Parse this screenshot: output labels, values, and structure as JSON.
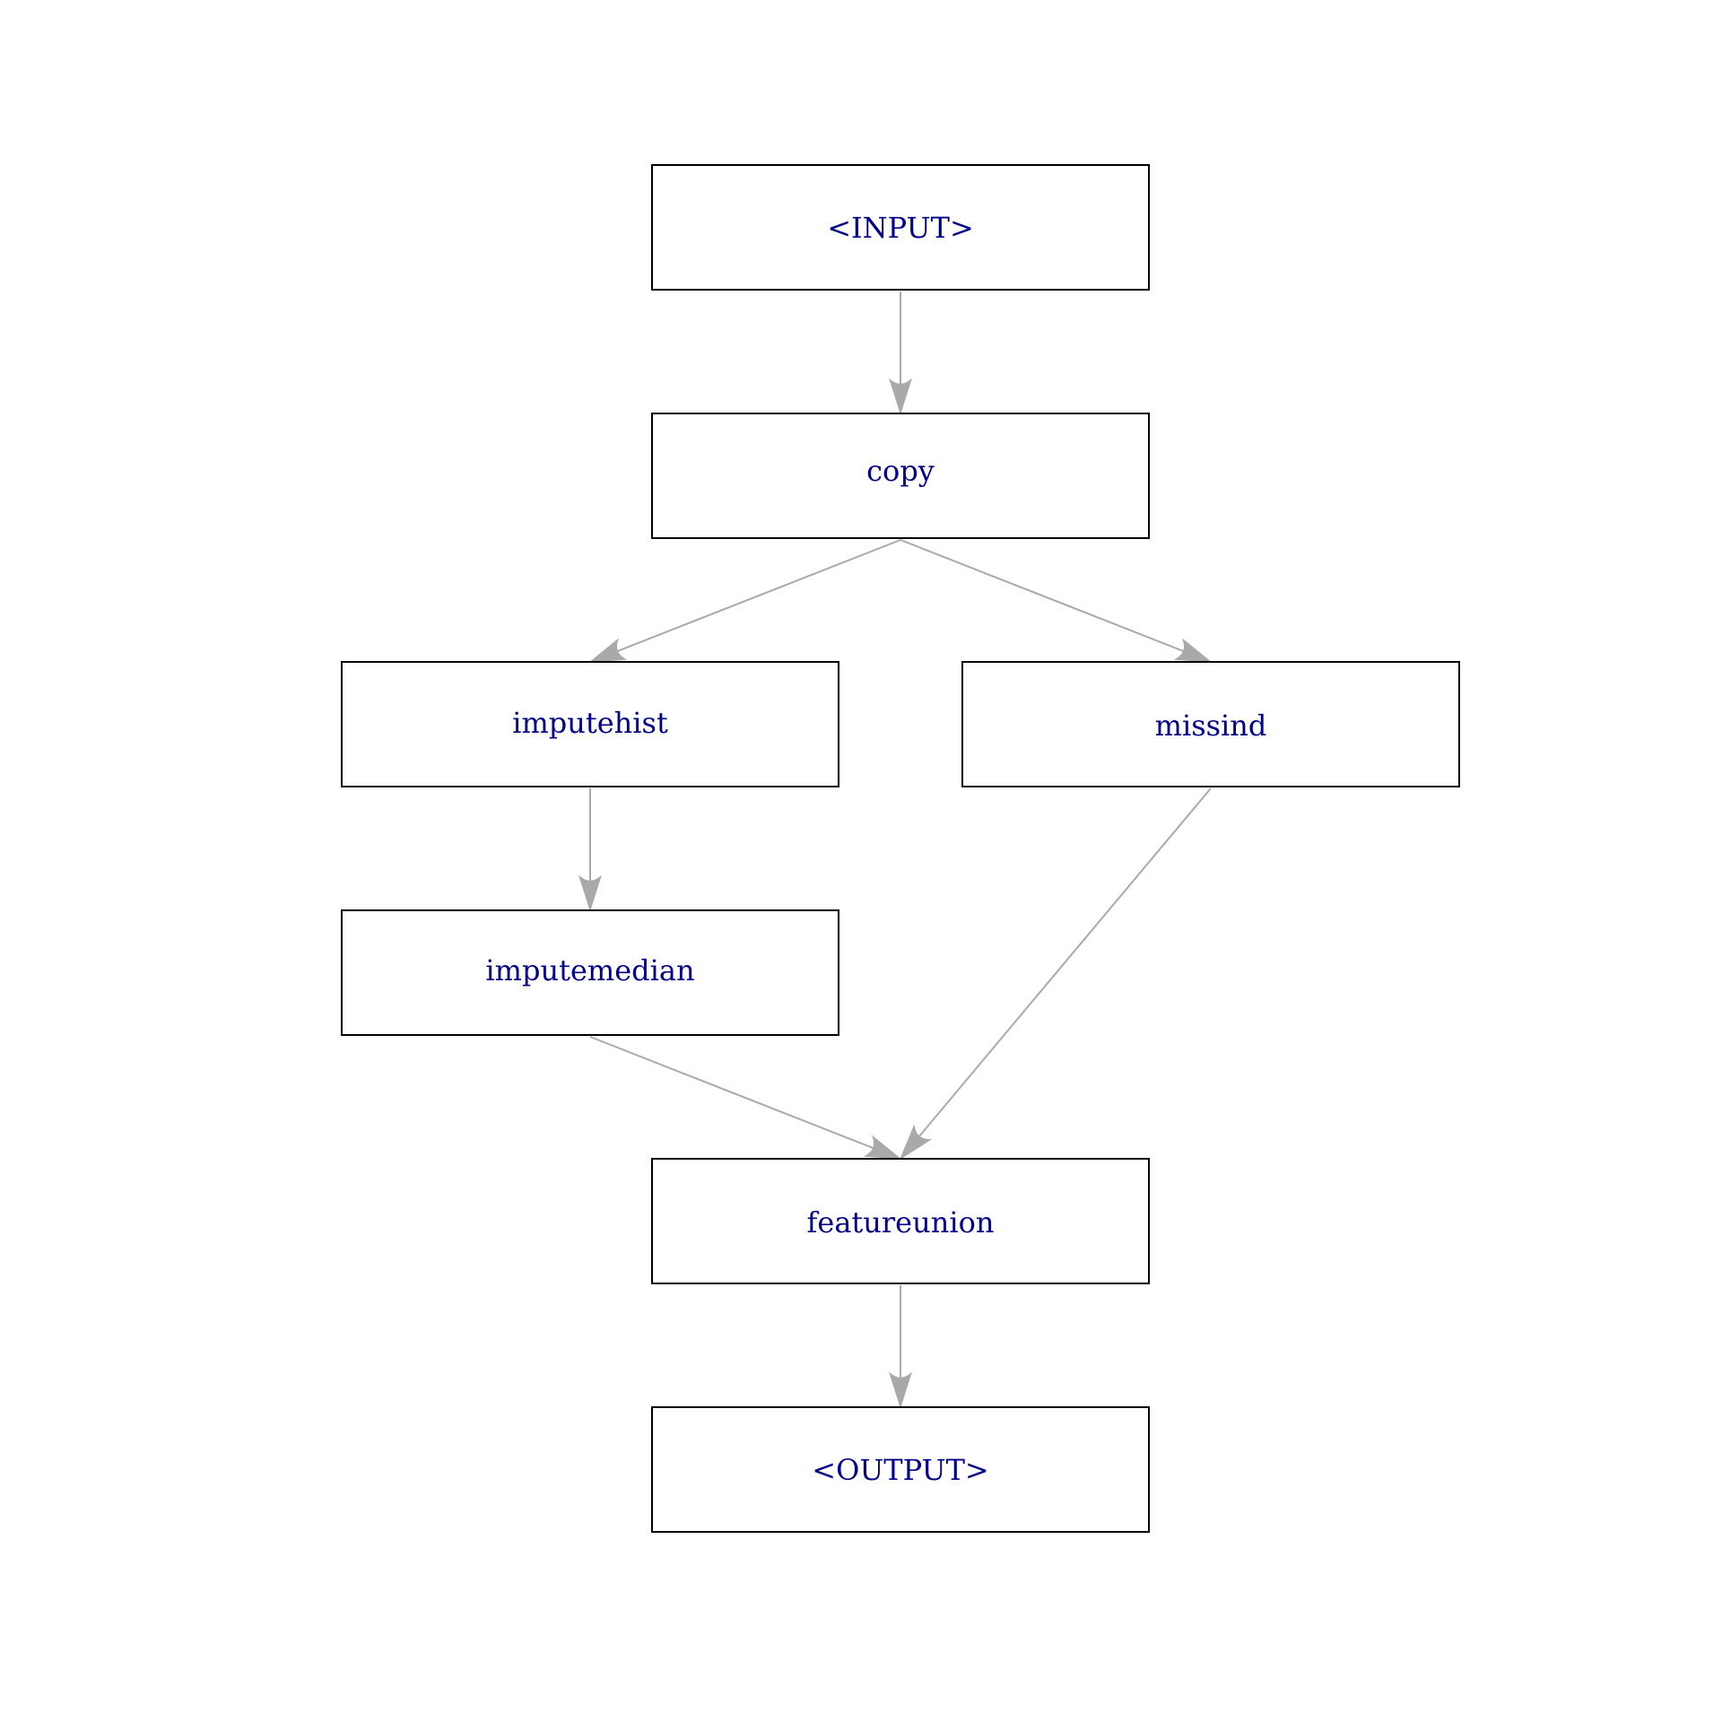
{
  "colors": {
    "edge": "#a9a9a9",
    "label": "#00008b",
    "border": "#000000",
    "background": "#ffffff"
  },
  "nodes": [
    {
      "id": "input",
      "label": "<INPUT>"
    },
    {
      "id": "copy",
      "label": "copy"
    },
    {
      "id": "imputehist",
      "label": "imputehist"
    },
    {
      "id": "missind",
      "label": "missind"
    },
    {
      "id": "imputemedian",
      "label": "imputemedian"
    },
    {
      "id": "featureunion",
      "label": "featureunion"
    },
    {
      "id": "output",
      "label": "<OUTPUT>"
    }
  ],
  "edges": [
    {
      "from": "input",
      "to": "copy"
    },
    {
      "from": "copy",
      "to": "imputehist"
    },
    {
      "from": "copy",
      "to": "missind"
    },
    {
      "from": "imputehist",
      "to": "imputemedian"
    },
    {
      "from": "imputemedian",
      "to": "featureunion"
    },
    {
      "from": "missind",
      "to": "featureunion"
    },
    {
      "from": "featureunion",
      "to": "output"
    }
  ]
}
